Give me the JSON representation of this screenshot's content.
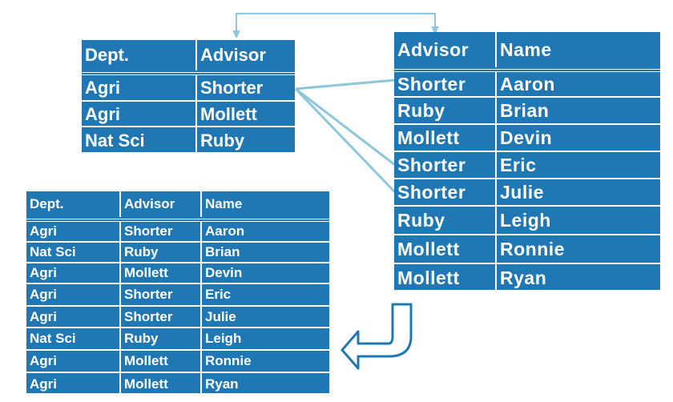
{
  "colors": {
    "table_fill": "#1f78b4",
    "connector": "#8ec6dd",
    "text": "#ffffff"
  },
  "advisor_table": {
    "headers": [
      "Dept.",
      "Advisor"
    ],
    "rows": [
      [
        "Agri",
        "Shorter"
      ],
      [
        "Agri",
        "Mollett"
      ],
      [
        "Nat Sci",
        "Ruby"
      ]
    ]
  },
  "student_table": {
    "headers": [
      "Advisor",
      "Name"
    ],
    "rows": [
      [
        "Shorter",
        "Aaron"
      ],
      [
        "Ruby",
        "Brian"
      ],
      [
        "Mollett",
        "Devin"
      ],
      [
        "Shorter",
        "Eric"
      ],
      [
        "Shorter",
        "Julie"
      ],
      [
        "Ruby",
        "Leigh"
      ],
      [
        "Mollett",
        "Ronnie"
      ],
      [
        "Mollett",
        "Ryan"
      ]
    ]
  },
  "result_table": {
    "headers": [
      "Dept.",
      "Advisor",
      "Name"
    ],
    "rows": [
      [
        "Agri",
        "Shorter",
        "Aaron"
      ],
      [
        "Nat Sci",
        "Ruby",
        "Brian"
      ],
      [
        "Agri",
        "Mollett",
        "Devin"
      ],
      [
        "Agri",
        "Shorter",
        "Eric"
      ],
      [
        "Agri",
        "Shorter",
        "Julie"
      ],
      [
        "Nat Sci",
        "Ruby",
        "Leigh"
      ],
      [
        "Agri",
        "Mollett",
        "Ronnie"
      ],
      [
        "Agri",
        "Mollett",
        "Ryan"
      ]
    ]
  }
}
